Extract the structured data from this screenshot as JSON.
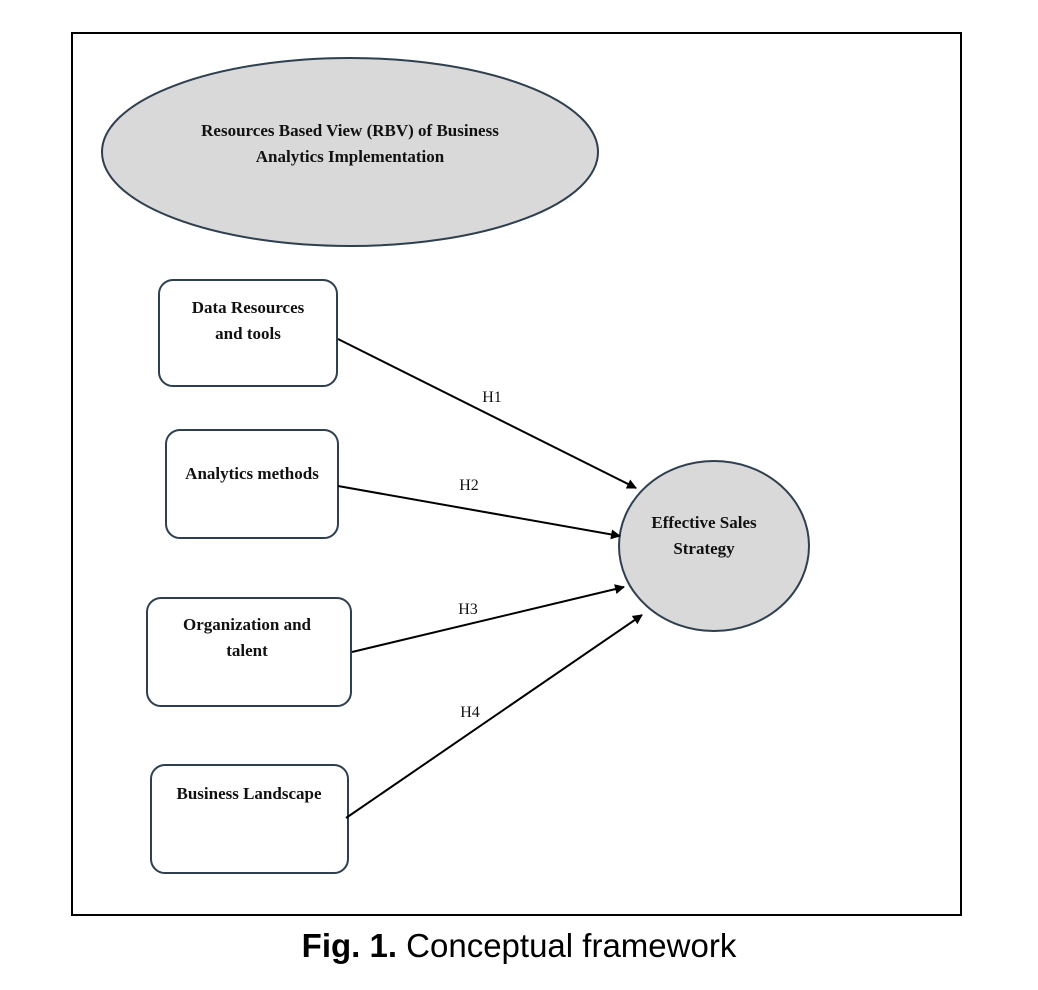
{
  "colors": {
    "frame": "#000000",
    "ellipse_fill": "#d9d9d9",
    "node_stroke": "#2f3f4f",
    "arrow": "#000000",
    "text": "#111111"
  },
  "theory_ellipse": {
    "line1": "Resources Based View (RBV) of Business",
    "line2": "Analytics Implementation"
  },
  "boxes": [
    {
      "line1": "Data Resources",
      "line2": "and tools"
    },
    {
      "line1": "Analytics methods",
      "line2": ""
    },
    {
      "line1": "Organization and",
      "line2": "talent"
    },
    {
      "line1": "Business Landscape",
      "line2": ""
    }
  ],
  "outcome": {
    "line1": "Effective Sales",
    "line2": "Strategy"
  },
  "hypotheses": [
    "H1",
    "H2",
    "H3",
    "H4"
  ],
  "caption": {
    "label": "Fig. 1.",
    "text": " Conceptual framework"
  }
}
